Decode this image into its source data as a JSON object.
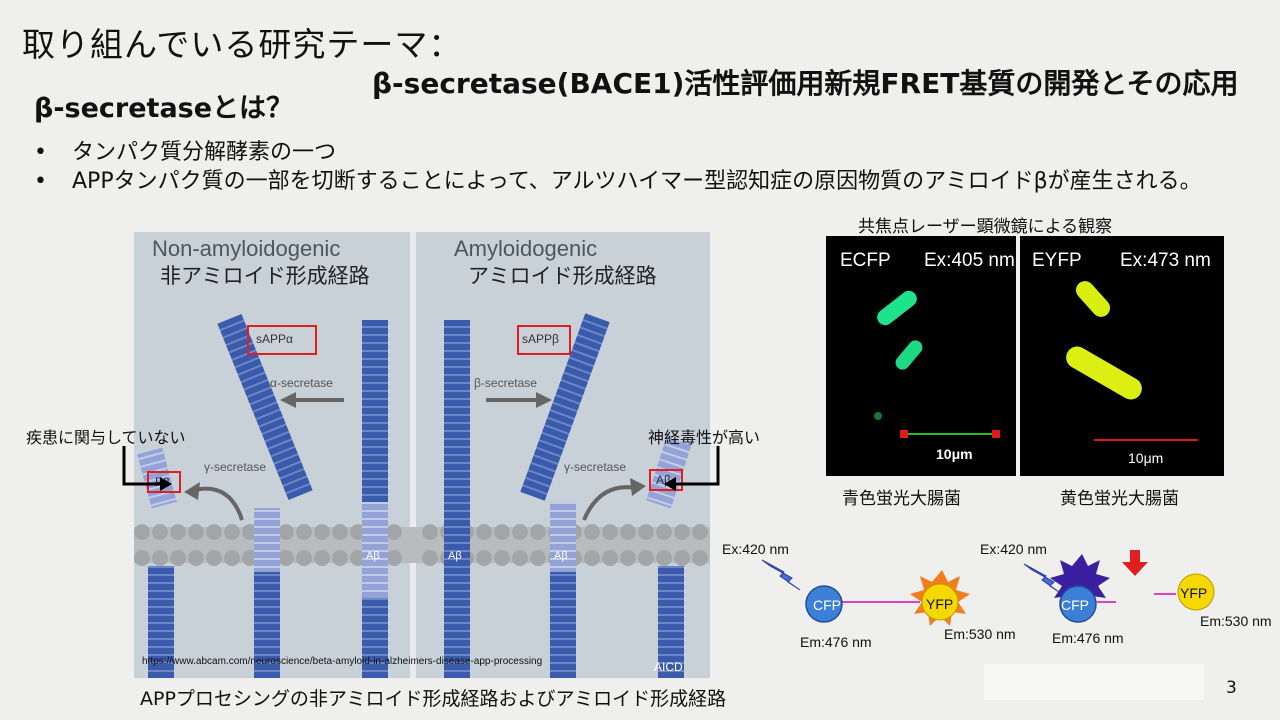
{
  "slide": {
    "title": "取り組んでいる研究テーマ：",
    "subtitle": "β-secretase(BACE1)活性評価用新規FRET基質の開発とその応用",
    "question": "β-secretaseとは？",
    "bullets": [
      "タンパク質分解酵素の一つ",
      "APPタンパク質の一部を切断することによって、アルツハイマー型認知症の原因物質のアミロイドβが産生される。"
    ],
    "page_number": "3"
  },
  "app_figure": {
    "left_head_en": "Non-amyloidogenic",
    "left_head_jp": "非アミロイド形成経路",
    "right_head_en": "Amyloidogenic",
    "right_head_jp": "アミロイド形成経路",
    "labels": {
      "sappa": "sAPPα",
      "sappb": "sAPPβ",
      "alpha": "α-secretase",
      "beta": "β-secretase",
      "gamma": "γ-secretase",
      "p3": "P3",
      "ab": "Aβ",
      "aicd": "AICD"
    },
    "annot_left": "疾患に関与していない",
    "annot_right": "神経毒性が高い",
    "url": "https://www.abcam.com/neuroscience/beta-amyloid-in-alzheimers-disease-app-processing",
    "caption": "APPプロセシングの非アミロイド形成経路およびアミロイド形成経路"
  },
  "confocal": {
    "title": "共焦点レーザー顕微鏡による観察",
    "left": {
      "label": "ECFP",
      "ex": "Ex:405 nm",
      "scale": "10μm",
      "caption": "青色蛍光大腸菌"
    },
    "right": {
      "label": "EYFP",
      "ex": "Ex:473 nm",
      "scale": "10μm",
      "caption": "黄色蛍光大腸菌"
    }
  },
  "fret": {
    "ex1": "Ex:420 nm",
    "cfp": "CFP",
    "yfp": "YFP",
    "em476": "Em:476 nm",
    "em530": "Em:530 nm",
    "ex2": "Ex:420 nm",
    "cfp2": "CFP",
    "yfp2": "YFP",
    "em476b": "Em:476 nm",
    "em530b": "Em:530 nm"
  },
  "colors": {
    "cylinder": "#3a5bab",
    "cylinder_light": "#8f9fd4",
    "red_box": "#e02020",
    "cfp_blue": "#3b7fd6",
    "yfp_yellow": "#f5d800",
    "linker": "#e040c0",
    "scale_green": "#20c020",
    "scale_red": "#e01818"
  }
}
